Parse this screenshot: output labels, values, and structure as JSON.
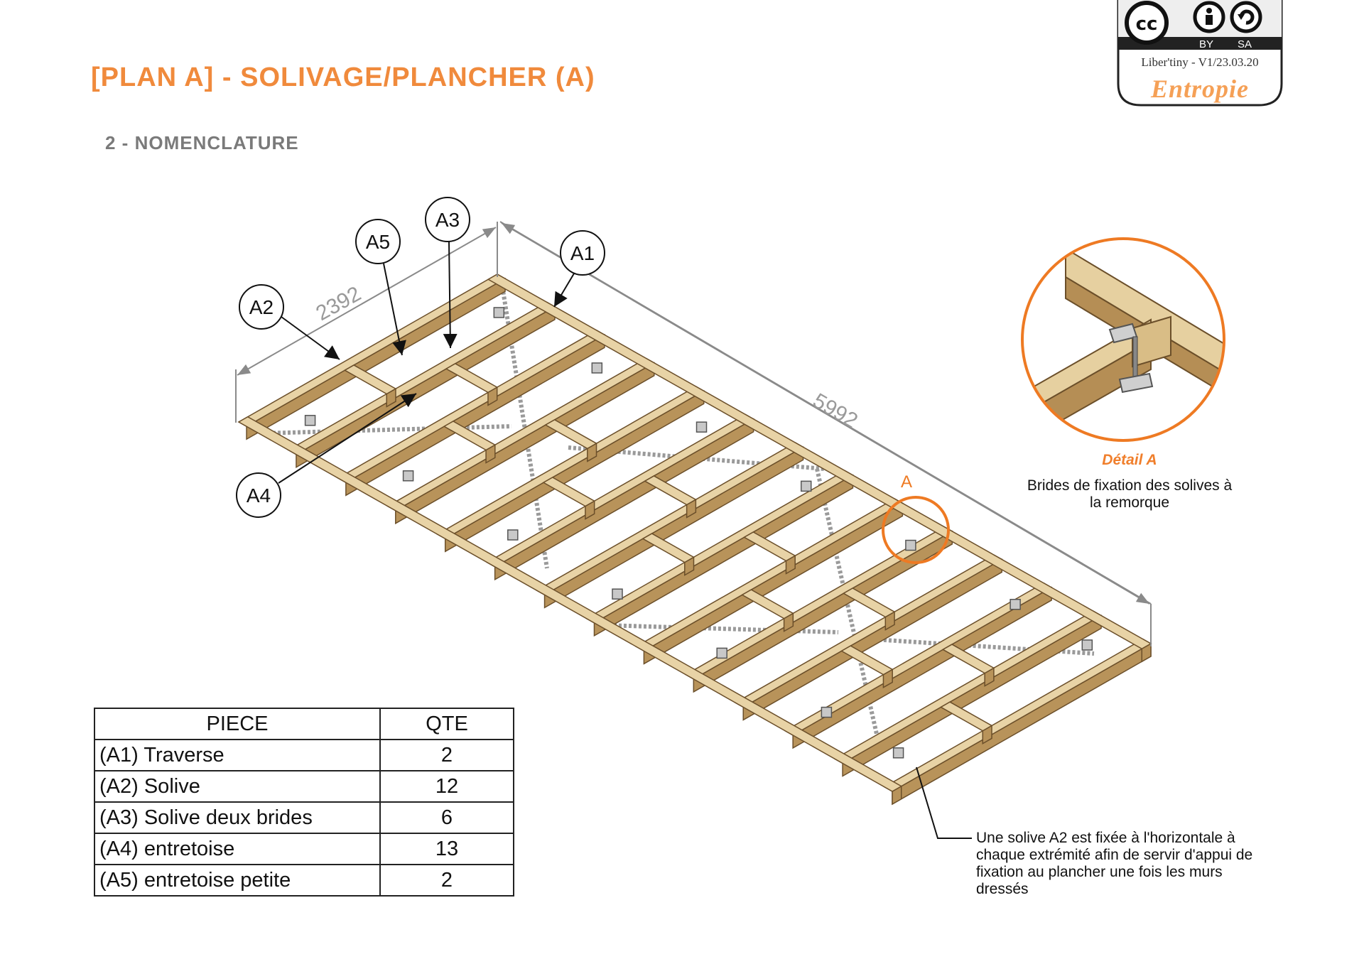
{
  "header": {
    "title": "[PLAN A] - SOLIVAGE/PLANCHER (A)",
    "subtitle": "2 - NOMENCLATURE"
  },
  "license": {
    "badges": [
      "BY",
      "SA"
    ],
    "version": "Liber'tiny - V1/23.03.20",
    "brand": "Entropie"
  },
  "drawing": {
    "callouts": [
      "A1",
      "A2",
      "A3",
      "A4",
      "A5"
    ],
    "dimensions": {
      "width": "2392",
      "length": "5992"
    },
    "detail_marker": "A",
    "detail": {
      "title": "Détail A",
      "description": "Brides de fixation des solives à la remorque"
    },
    "note": "Une solive A2 est fixée à l'horizontale à chaque extrémité afin de servir d'appui de fixation au plancher une fois les murs dressés"
  },
  "nomenclature": {
    "headers": {
      "piece": "PIECE",
      "qty": "QTE"
    },
    "rows": [
      {
        "piece": "(A1) Traverse",
        "qty": "2"
      },
      {
        "piece": "(A2) Solive",
        "qty": "12"
      },
      {
        "piece": "(A3) Solive deux brides",
        "qty": "6"
      },
      {
        "piece": "(A4) entretoise",
        "qty": "13"
      },
      {
        "piece": "(A5) entretoise petite",
        "qty": "2"
      }
    ]
  },
  "colors": {
    "accent": "#f08a3c",
    "wood_top": "#e8d3a6",
    "wood_side": "#b8935a",
    "wood_edge": "#6b4f2a"
  }
}
